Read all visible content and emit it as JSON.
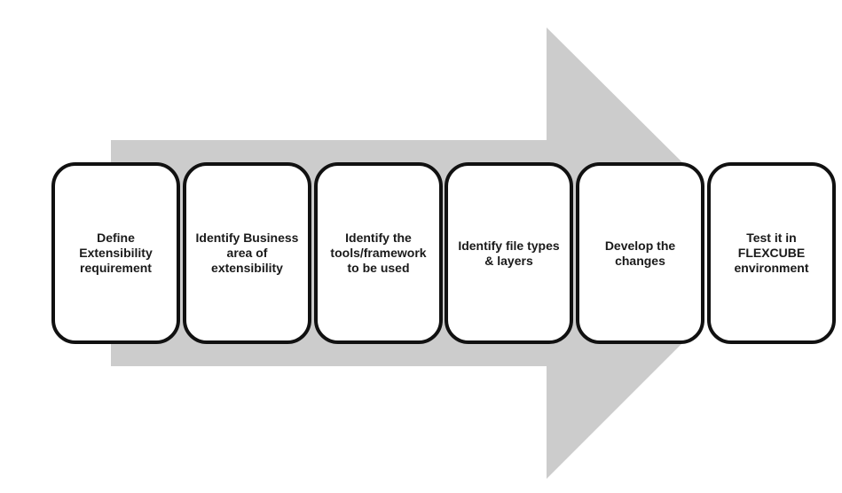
{
  "diagram": {
    "kind": "process-flow-block-arrow",
    "direction": "right",
    "step_count": 6
  },
  "steps": [
    {
      "label": "Define\nExtensibility\nrequirement"
    },
    {
      "label": "Identify Business\narea of\nextensibility"
    },
    {
      "label": "Identify the\ntools/framework\nto be used"
    },
    {
      "label": "Identify file types\n& layers"
    },
    {
      "label": "Develop the\nchanges"
    },
    {
      "label": "Test it in\nFLEXCUBE\nenvironment"
    }
  ],
  "colors": {
    "arrow_fill": "#cccccc",
    "box_border": "#111111",
    "box_fill": "#ffffff",
    "text": "#1a1a1a",
    "background": "#ffffff"
  }
}
